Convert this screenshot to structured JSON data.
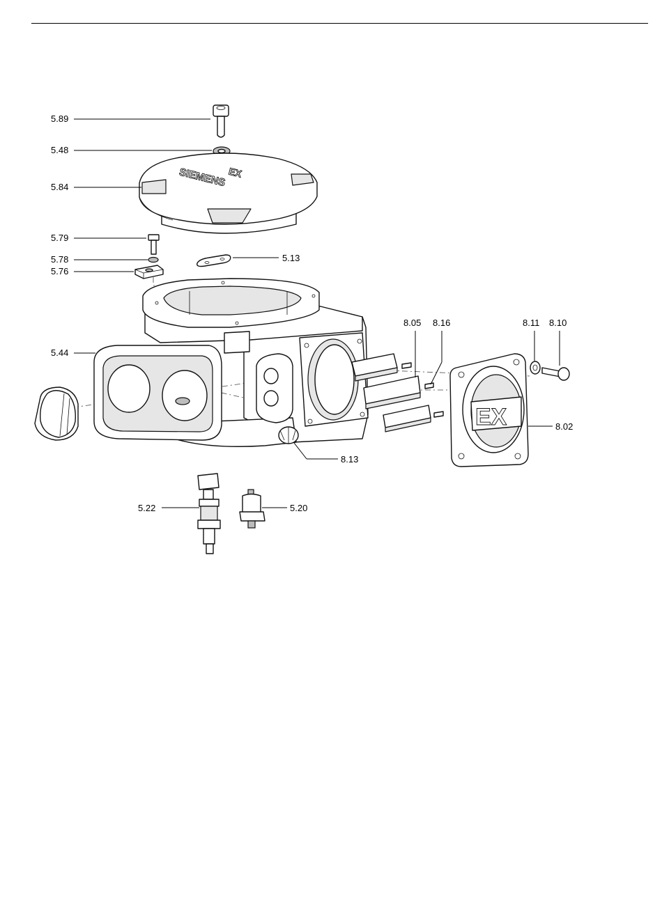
{
  "callouts": {
    "c589": "5.89",
    "c548": "5.48",
    "c584": "5.84",
    "c579": "5.79",
    "c578": "5.78",
    "c576": "5.76",
    "c513": "5.13",
    "c544": "5.44",
    "c805": "8.05",
    "c816": "8.16",
    "c811": "8.11",
    "c810": "8.10",
    "c802": "8.02",
    "c813": "8.13",
    "c522": "5.22",
    "c520": "5.20"
  },
  "markings": {
    "cover_brand": "SIEMENS",
    "cover_ex": "EX",
    "plate_ex": "EX"
  }
}
